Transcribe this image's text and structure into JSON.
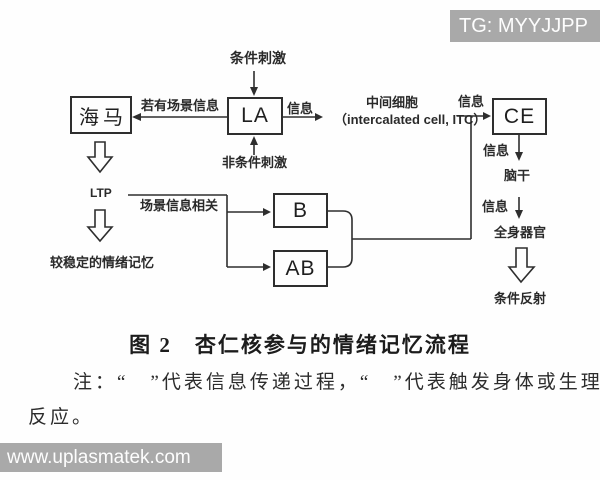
{
  "watermarks": {
    "top_right": "TG: MYYJJPP",
    "bottom_left": "www.uplasmatek.com",
    "bar_color": "#a9a9a9",
    "text_color": "#fdfdfd"
  },
  "diagram": {
    "nodes": {
      "hippocampus": "海马",
      "la": "LA",
      "ce": "CE",
      "b": "B",
      "ab": "AB"
    },
    "labels": {
      "conditioned_stimulus": "条件刺激",
      "unconditioned_stimulus": "非条件刺激",
      "if_context_info": "若有场景信息",
      "info_la_out": "信息",
      "itc_cn": "中间细胞",
      "itc_en": "（intercalated cell, ITC）",
      "info_ce_in": "信息",
      "info_ce_out": "信息",
      "brainstem": "脑干",
      "info_to_organs": "信息",
      "whole_body_organs": "全身器官",
      "conditioned_reflex": "条件反射",
      "ltp": "LTP",
      "context_info_related": "场景信息相关",
      "stable_emotional_memory": "较稳定的情绪记忆"
    },
    "line_color": "#2e2e2e"
  },
  "caption": {
    "text": "图 2　杏仁核参与的情绪记忆流程"
  },
  "note": {
    "line1": "注：“　”代表信息传递过程，“　”代表触发身体或生理",
    "line2": "反应。"
  }
}
